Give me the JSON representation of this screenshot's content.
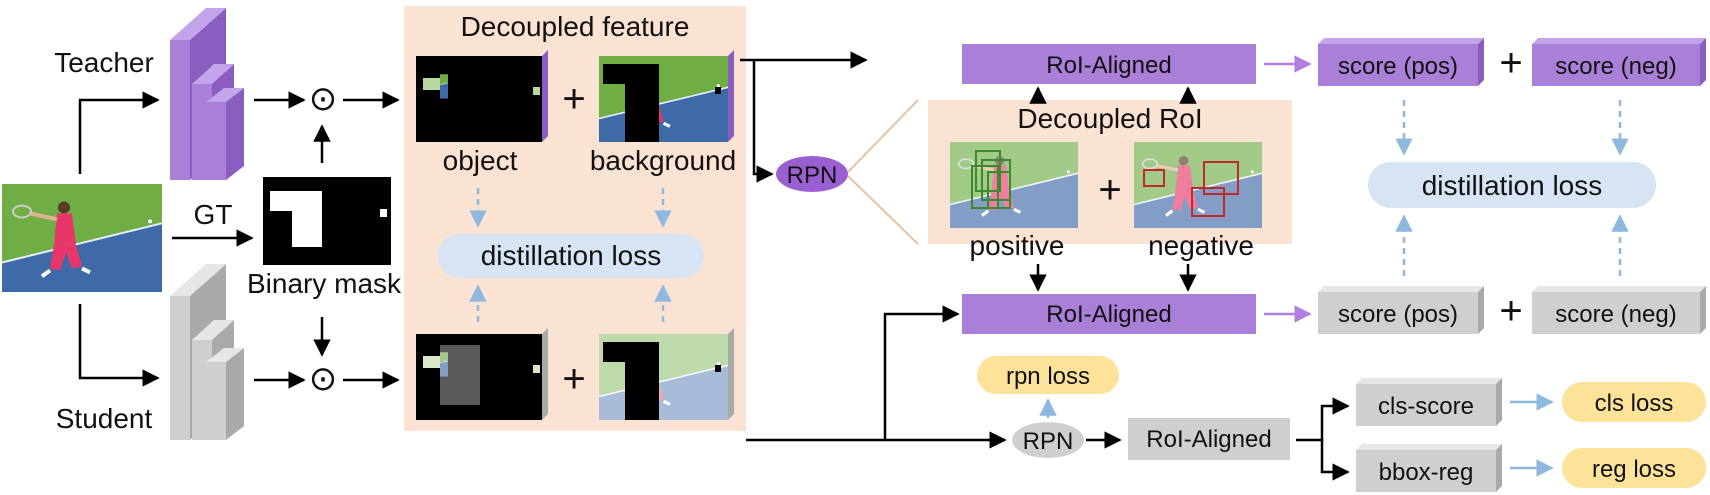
{
  "labels": {
    "teacher": "Teacher",
    "student": "Student",
    "gt": "GT",
    "binary_mask": "Binary mask",
    "decoupled_feature": "Decoupled feature",
    "object": "object",
    "background": "background",
    "distillation_loss_left": "distillation loss",
    "distillation_loss_right": "distillation loss",
    "rpn_top": "RPN",
    "rpn_bottom": "RPN",
    "decoupled_roi": "Decoupled RoI",
    "positive": "positive",
    "negative": "negative",
    "roi_aligned_teacher": "RoI-Aligned",
    "roi_aligned_student": "RoI-Aligned",
    "roi_aligned_head": "RoI-Aligned",
    "score_pos_teacher": "score (pos)",
    "score_neg_teacher": "score (neg)",
    "score_pos_student": "score (pos)",
    "score_neg_student": "score (neg)",
    "rpn_loss": "rpn loss",
    "cls_score": "cls-score",
    "bbox_reg": "bbox-reg",
    "cls_loss": "cls loss",
    "reg_loss": "reg loss",
    "odot": "⊙",
    "plus": "+"
  },
  "colors": {
    "teacher_purple": "#a97fd8",
    "teacher_purple_dark": "#8a5ec0",
    "student_gray": "#cfcfcf",
    "student_gray_dark": "#a9a9a9",
    "panel_peach": "#fbe3d4",
    "loss_blue": "#d6e4f4",
    "loss_yellow": "#fde29a",
    "arrow_blue": "#8fb8de",
    "arrow_purple": "#b07fe0",
    "box_green": "#3c8a2e",
    "box_red": "#c0282a"
  }
}
